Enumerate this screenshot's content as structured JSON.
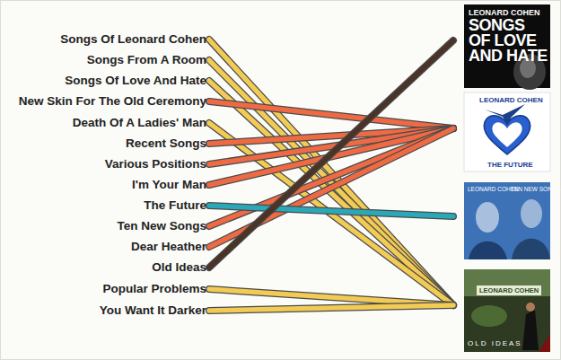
{
  "diagram": {
    "nodes": [
      {
        "text": [
          "Songs Of Leonard Cohen"
        ]
      },
      {
        "text": [
          "Songs From A Room"
        ]
      },
      {
        "text": [
          "Songs Of Love And Hate"
        ]
      },
      {
        "text": [
          "New Skin For The Old Ceremony"
        ]
      },
      {
        "text": [
          "Death Of A Ladies' Man"
        ]
      },
      {
        "text": [
          "Recent Songs"
        ]
      },
      {
        "text": [
          "Various Positions"
        ]
      },
      {
        "text": [
          "I'm Your Man"
        ]
      },
      {
        "text": [
          "The Future"
        ]
      },
      {
        "text": [
          "Ten New Songs"
        ]
      },
      {
        "text": [
          "Dear Heather"
        ]
      },
      {
        "text": [
          "Old Ideas"
        ]
      },
      {
        "text": [
          "Popular Problems"
        ]
      },
      {
        "text": [
          "You Want It Darker"
        ]
      },
      {
        "text": [
          "LEONARD COHEN",
          "SONGS OF LOVE AND HATE"
        ]
      },
      {
        "text": [
          "LEONARD COHEN",
          "THE FUTURE"
        ]
      },
      {
        "text": [
          "LEONARD COHEN",
          "TEN NEW SONGS"
        ]
      },
      {
        "text": [
          "LEONARD COHEN",
          "OLD IDEAS"
        ]
      }
    ],
    "edges": [
      {
        "from": 0,
        "to": 17,
        "arrow": "none"
      },
      {
        "from": 1,
        "to": 17,
        "arrow": "none"
      },
      {
        "from": 2,
        "to": 17,
        "arrow": "none"
      },
      {
        "from": 3,
        "to": 15,
        "arrow": "none"
      },
      {
        "from": 4,
        "to": 17,
        "arrow": "none"
      },
      {
        "from": 5,
        "to": 15,
        "arrow": "none"
      },
      {
        "from": 6,
        "to": 15,
        "arrow": "none"
      },
      {
        "from": 7,
        "to": 15,
        "arrow": "none"
      },
      {
        "from": 8,
        "to": 16,
        "arrow": "none"
      },
      {
        "from": 9,
        "to": 15,
        "arrow": "none"
      },
      {
        "from": 10,
        "to": 15,
        "arrow": "none"
      },
      {
        "from": 11,
        "to": 14,
        "arrow": "none"
      },
      {
        "from": 12,
        "to": 17,
        "arrow": "none"
      },
      {
        "from": 13,
        "to": 17,
        "arrow": "none"
      }
    ]
  }
}
